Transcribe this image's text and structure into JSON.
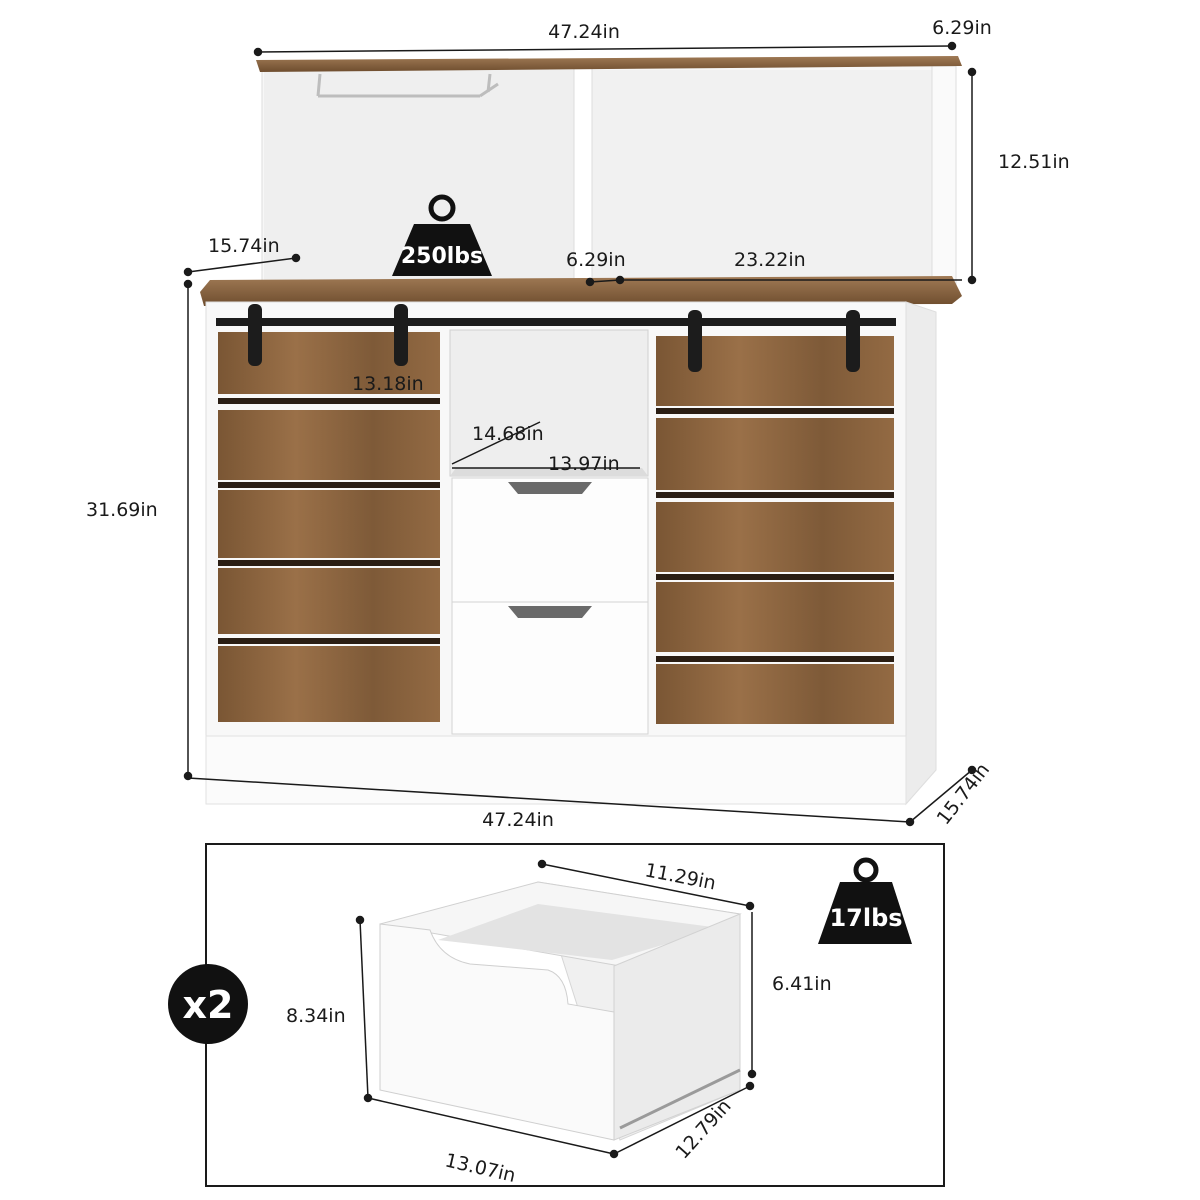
{
  "cabinet": {
    "top_width": "47.24in",
    "hutch_depth": "6.29in",
    "hutch_height": "12.51in",
    "counter_depth": "15.74in",
    "counter_gap": "6.29in",
    "hutch_shelf_width": "23.22in",
    "door_width": "13.18in",
    "cubby_depth": "14.68in",
    "cubby_width": "13.97in",
    "total_height": "31.69in",
    "bottom_width": "47.24in",
    "bottom_depth": "15.74in",
    "load_capacity": "250lbs"
  },
  "drawer": {
    "quantity": "x2",
    "load_capacity": "17lbs",
    "top_width": "11.29in",
    "back_height": "6.41in",
    "front_height": "8.34in",
    "bottom_width": "13.07in",
    "depth": "12.79in"
  },
  "colors": {
    "wood": "#8a6440",
    "wood_dark": "#6e4d2e",
    "cabinet_white": "#f7f7f7",
    "hardware": "#1c1c1c",
    "badge": "#111111"
  },
  "icons": [
    "weight-icon",
    "weight-icon",
    "quantity-badge"
  ]
}
